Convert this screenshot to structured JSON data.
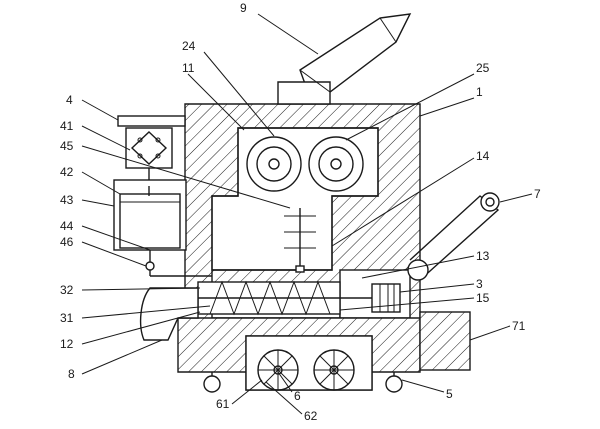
{
  "labels": {
    "l9": "9",
    "l24": "24",
    "l11": "11",
    "l25": "25",
    "l1": "1",
    "l4": "4",
    "l41": "41",
    "l45": "45",
    "l14": "14",
    "l42": "42",
    "l7": "7",
    "l43": "43",
    "l44": "44",
    "l46": "46",
    "l13": "13",
    "l32": "32",
    "l3": "3",
    "l15": "15",
    "l31": "31",
    "l71": "71",
    "l12": "12",
    "l8": "8",
    "l5": "5",
    "l6": "6",
    "l61": "61",
    "l62": "62"
  }
}
